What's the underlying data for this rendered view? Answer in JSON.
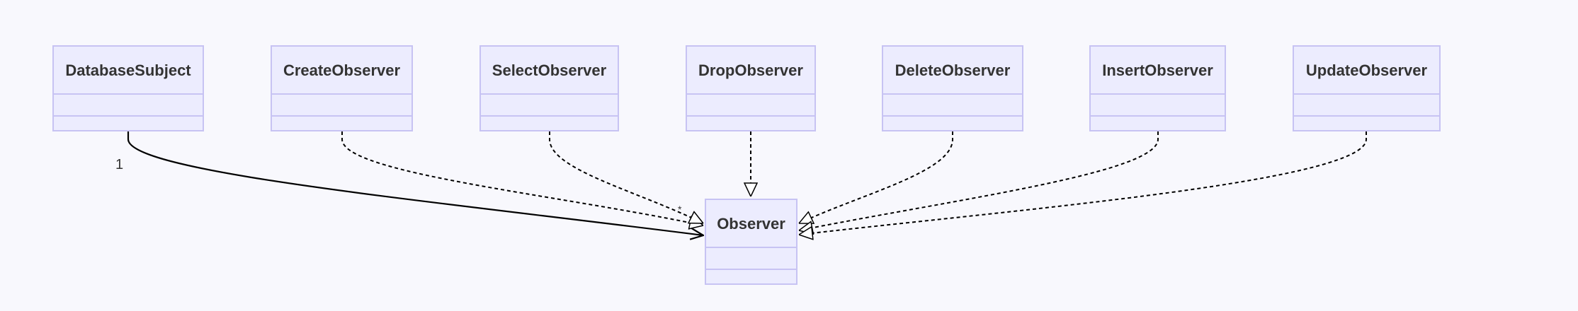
{
  "diagram": {
    "classes": [
      {
        "id": "DatabaseSubject",
        "name": "DatabaseSubject"
      },
      {
        "id": "CreateObserver",
        "name": "CreateObserver"
      },
      {
        "id": "SelectObserver",
        "name": "SelectObserver"
      },
      {
        "id": "DropObserver",
        "name": "DropObserver"
      },
      {
        "id": "DeleteObserver",
        "name": "DeleteObserver"
      },
      {
        "id": "InsertObserver",
        "name": "InsertObserver"
      },
      {
        "id": "UpdateObserver",
        "name": "UpdateObserver"
      },
      {
        "id": "Observer",
        "name": "Observer"
      }
    ],
    "relations": [
      {
        "from": "DatabaseSubject",
        "to": "Observer",
        "kind": "association",
        "from_multiplicity": "1",
        "to_multiplicity": "*"
      },
      {
        "from": "CreateObserver",
        "to": "Observer",
        "kind": "realization"
      },
      {
        "from": "SelectObserver",
        "to": "Observer",
        "kind": "realization"
      },
      {
        "from": "DropObserver",
        "to": "Observer",
        "kind": "realization"
      },
      {
        "from": "DeleteObserver",
        "to": "Observer",
        "kind": "realization"
      },
      {
        "from": "InsertObserver",
        "to": "Observer",
        "kind": "realization"
      },
      {
        "from": "UpdateObserver",
        "to": "Observer",
        "kind": "realization"
      }
    ]
  },
  "colors": {
    "background": "#f8f8fd",
    "box_fill": "#ececfe",
    "box_border": "#c7c3f3",
    "text": "#333333",
    "edge": "#000000"
  }
}
